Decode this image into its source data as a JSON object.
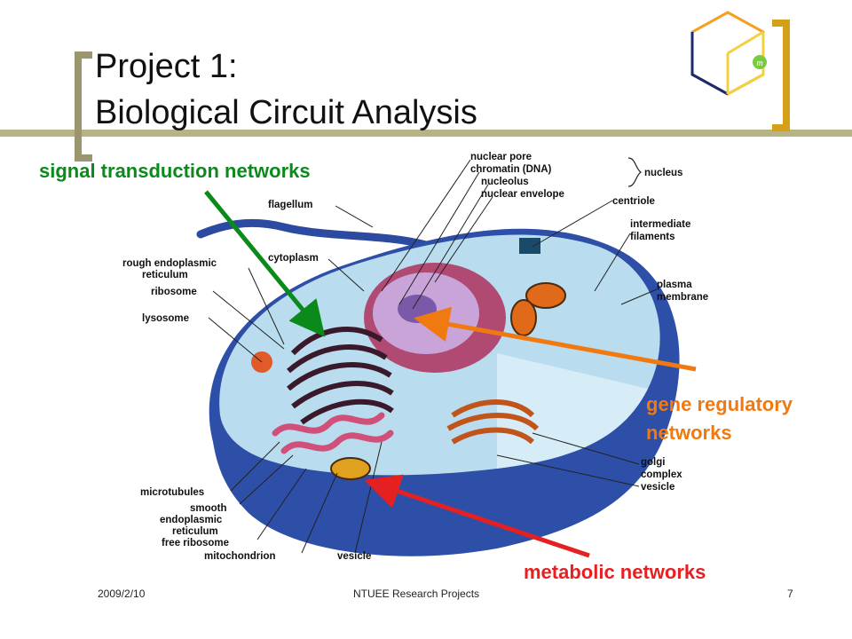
{
  "slide": {
    "title_line1": "Project 1:",
    "title_line2": "Biological Circuit Analysis"
  },
  "callouts": {
    "signal": "signal transduction networks",
    "gene_line1": "gene regulatory",
    "gene_line2": "networks",
    "metabolic": "metabolic networks"
  },
  "cell_labels": {
    "nuclear_pore": "nuclear pore",
    "chromatin": "chromatin (DNA)",
    "nucleolus": "nucleolus",
    "nuclear_envelope": "nuclear envelope",
    "nucleus": "nucleus",
    "flagellum": "flagellum",
    "centriole": "centriole",
    "intermediate": "intermediate",
    "filaments": "filaments",
    "rough_er_1": "rough endoplasmic",
    "rough_er_2": "reticulum",
    "cytoplasm": "cytoplasm",
    "plasma": "plasma",
    "membrane": "membrane",
    "ribosome": "ribosome",
    "lysosome": "lysosome",
    "golgi_1": "golgi",
    "golgi_2": "complex",
    "vesicle_right": "vesicle",
    "microtubules": "microtubules",
    "smooth": "smooth",
    "endoplasmic": "endoplasmic",
    "reticulum": "reticulum",
    "free_ribosome": "free ribosome",
    "mitochondrion": "mitochondrion",
    "vesicle_bottom": "vesicle"
  },
  "footer": {
    "date": "2009/2/10",
    "center": "NTUEE Research Projects",
    "page": "7"
  },
  "colors": {
    "signal": "#0a8a1a",
    "gene": "#f07a10",
    "metabolic": "#e62020",
    "accent_gold": "#d4a017"
  }
}
